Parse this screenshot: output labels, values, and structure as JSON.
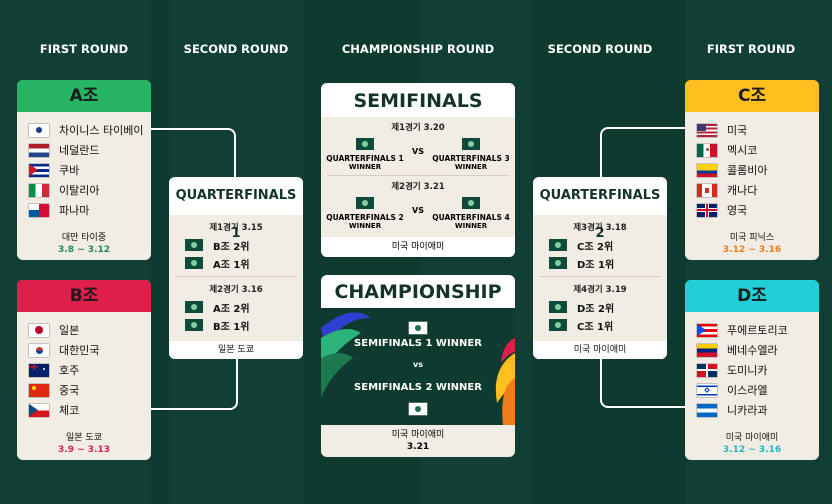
{
  "headers": {
    "first_round_left": "FIRST ROUND",
    "second_round_left": "SECOND ROUND",
    "championship_round": "CHAMPIONSHIP ROUND",
    "second_round_right": "SECOND ROUND",
    "first_round_right": "FIRST ROUND"
  },
  "colors": {
    "group_a": "#27b463",
    "group_b": "#e01e4a",
    "group_c": "#ffbf1f",
    "group_d": "#21cfd9",
    "background": "#0f3a30",
    "date_green": "#1f8a4a",
    "date_red": "#e01e4a",
    "date_orange": "#f07b1b",
    "date_cyan": "#1fb8c8"
  },
  "groups": {
    "a": {
      "title": "A조",
      "teams": [
        "차이니스 타이베이",
        "네덜란드",
        "쿠바",
        "이탈리아",
        "파나마"
      ],
      "flags": [
        "flag-chinese-taipei",
        "flag-netherlands",
        "flag-cuba",
        "flag-italy",
        "flag-panama"
      ],
      "venue": "대만 타이중",
      "dates": "3.8 ~ 3.12"
    },
    "b": {
      "title": "B조",
      "teams": [
        "일본",
        "대한민국",
        "호주",
        "중국",
        "체코"
      ],
      "flags": [
        "flag-japan",
        "flag-korea",
        "flag-australia",
        "flag-china",
        "flag-czech"
      ],
      "venue": "일본 도쿄",
      "dates": "3.9 ~ 3.13"
    },
    "c": {
      "title": "C조",
      "teams": [
        "미국",
        "멕시코",
        "콜롬비아",
        "캐나다",
        "영국"
      ],
      "flags": [
        "flag-usa",
        "flag-mexico",
        "flag-colombia",
        "flag-canada",
        "flag-uk"
      ],
      "venue": "미국 피닉스",
      "dates": "3.12 ~ 3.16"
    },
    "d": {
      "title": "D조",
      "teams": [
        "푸에르토리코",
        "베네수엘라",
        "도미니카",
        "이스라엘",
        "니카라과"
      ],
      "flags": [
        "flag-puerto-rico",
        "flag-venezuela",
        "flag-dominican",
        "flag-israel",
        "flag-nicaragua"
      ],
      "venue": "미국 마이애미",
      "dates": "3.12 ~ 3.16"
    }
  },
  "qf1": {
    "title": "QUARTERFINALS 1",
    "game1": {
      "label": "제1경기 3.15",
      "slot1": "B조 2위",
      "slot2": "A조 1위"
    },
    "game2": {
      "label": "제2경기 3.16",
      "slot1": "A조 2위",
      "slot2": "B조 1위"
    },
    "venue": "일본 도쿄"
  },
  "qf2": {
    "title": "QUARTERFINALS 2",
    "game1": {
      "label": "제3경기 3.18",
      "slot1": "C조 2위",
      "slot2": "D조 1위"
    },
    "game2": {
      "label": "제4경기 3.19",
      "slot1": "D조 2위",
      "slot2": "C조 1위"
    },
    "venue": "미국 마이애미"
  },
  "semis": {
    "title": "SEMIFINALS",
    "game1": {
      "label": "제1경기 3.20",
      "left": "QUARTERFINALS 1",
      "right": "QUARTERFINALS 3",
      "winner": "WINNER",
      "vs": "VS"
    },
    "game2": {
      "label": "제2경기 3.21",
      "left": "QUARTERFINALS 2",
      "right": "QUARTERFINALS 4",
      "winner": "WINNER",
      "vs": "VS"
    },
    "venue": "미국 마이애미"
  },
  "championship": {
    "title": "CHAMPIONSHIP",
    "team1": "SEMIFINALS 1 WINNER",
    "vs": "vs",
    "team2": "SEMIFINALS 2 WINNER",
    "venue": "미국 마이애미",
    "date": "3.21"
  }
}
